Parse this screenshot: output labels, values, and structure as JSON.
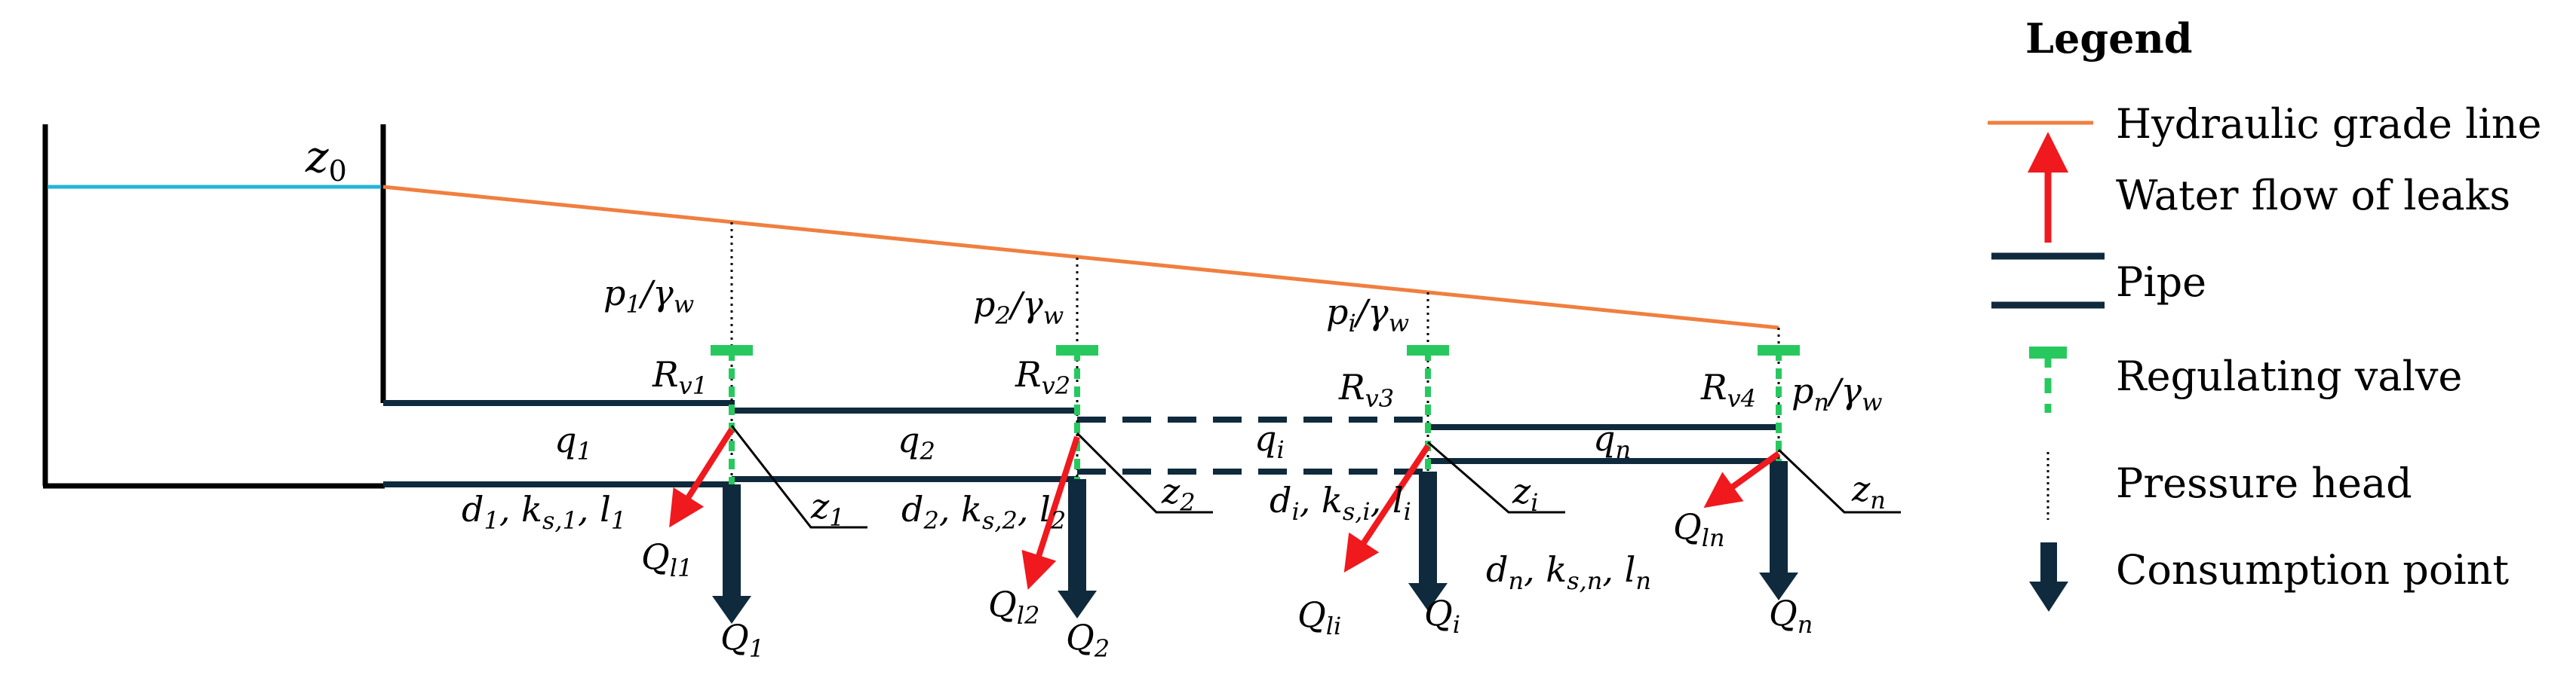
{
  "colors": {
    "hgl": "#f07f3f",
    "water": "#25b5d6",
    "pipe": "#0f2a3c",
    "valve": "#27c95f",
    "leak": "#f0191e",
    "arrow": "#0f2a3c",
    "structure": "#000000"
  },
  "reservoir": {
    "z0": "z",
    "z0_sub": "0"
  },
  "nodes": [
    {
      "id": "1",
      "pressure": "p",
      "pressure_sub": "1",
      "gamma": "/γ",
      "gamma_sub": "w",
      "valve": "R",
      "valve_sub": "v1",
      "flow": "q",
      "flow_sub": "1",
      "pipe_props": "d",
      "pipe_props_sub": "1",
      "ks": ", k",
      "ks_sub": "s,1",
      "l": ", l",
      "l_sub": "1",
      "elev": "z",
      "elev_sub": "1",
      "leak": "Q",
      "leak_sub": "l1",
      "cons": "Q",
      "cons_sub": "1"
    },
    {
      "id": "2",
      "pressure": "p",
      "pressure_sub": "2",
      "gamma": "/γ",
      "gamma_sub": "w",
      "valve": "R",
      "valve_sub": "v2",
      "flow": "q",
      "flow_sub": "2",
      "pipe_props": "d",
      "pipe_props_sub": "2",
      "ks": ", k",
      "ks_sub": "s,2",
      "l": ", l",
      "l_sub": "2",
      "elev": "z",
      "elev_sub": "2",
      "leak": "Q",
      "leak_sub": "l2",
      "cons": "Q",
      "cons_sub": "2"
    },
    {
      "id": "i",
      "pressure": "p",
      "pressure_sub": "i",
      "gamma": "/γ",
      "gamma_sub": "w",
      "valve": "R",
      "valve_sub": "v3",
      "flow": "q",
      "flow_sub": "i",
      "pipe_props": "d",
      "pipe_props_sub": "i",
      "ks": ", k",
      "ks_sub": "s,i",
      "l": ", l",
      "l_sub": "i",
      "elev": "z",
      "elev_sub": "i",
      "leak": "Q",
      "leak_sub": "li",
      "cons": "Q",
      "cons_sub": "i"
    },
    {
      "id": "n",
      "pressure": "p",
      "pressure_sub": "n",
      "gamma": "/γ",
      "gamma_sub": "w",
      "valve": "R",
      "valve_sub": "v4",
      "flow": "q",
      "flow_sub": "n",
      "pipe_props": "d",
      "pipe_props_sub": "n",
      "ks": ", k",
      "ks_sub": "s,n",
      "l": ", l",
      "l_sub": "n",
      "elev": "z",
      "elev_sub": "n",
      "leak": "Q",
      "leak_sub": "ln",
      "cons": "Q",
      "cons_sub": "n"
    }
  ],
  "legend": {
    "title": "Legend",
    "items": [
      {
        "key": "hgl",
        "label": "Hydraulic grade line"
      },
      {
        "key": "leak",
        "label": "Water flow of leaks"
      },
      {
        "key": "pipe",
        "label": "Pipe"
      },
      {
        "key": "valve",
        "label": "Regulating valve"
      },
      {
        "key": "pressure",
        "label": "Pressure head"
      },
      {
        "key": "consumption",
        "label": "Consumption point"
      }
    ]
  }
}
